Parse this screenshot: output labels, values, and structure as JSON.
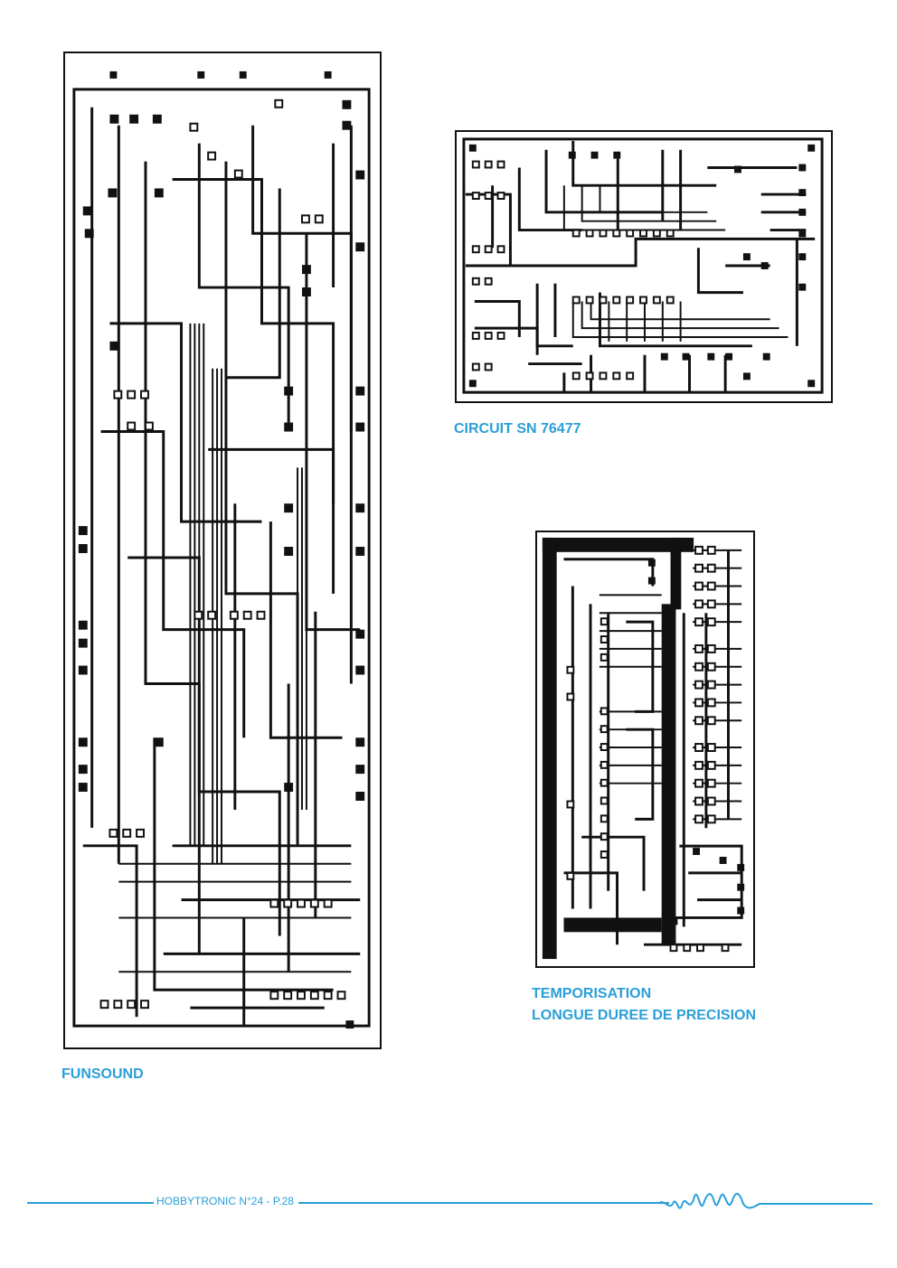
{
  "boards": [
    {
      "id": "funsound",
      "caption": "FUNSOUND"
    },
    {
      "id": "sn76477",
      "caption": "CIRCUIT SN 76477"
    },
    {
      "id": "temporisation",
      "caption_lines": [
        "TEMPORISATION",
        "LONGUE DUREE DE PRECISION"
      ]
    }
  ],
  "footer": {
    "text": "HOBBYTRONIC N°24 - P.28",
    "accent_color": "#2a9fd8",
    "logo_icon": "wave-logo-icon"
  }
}
